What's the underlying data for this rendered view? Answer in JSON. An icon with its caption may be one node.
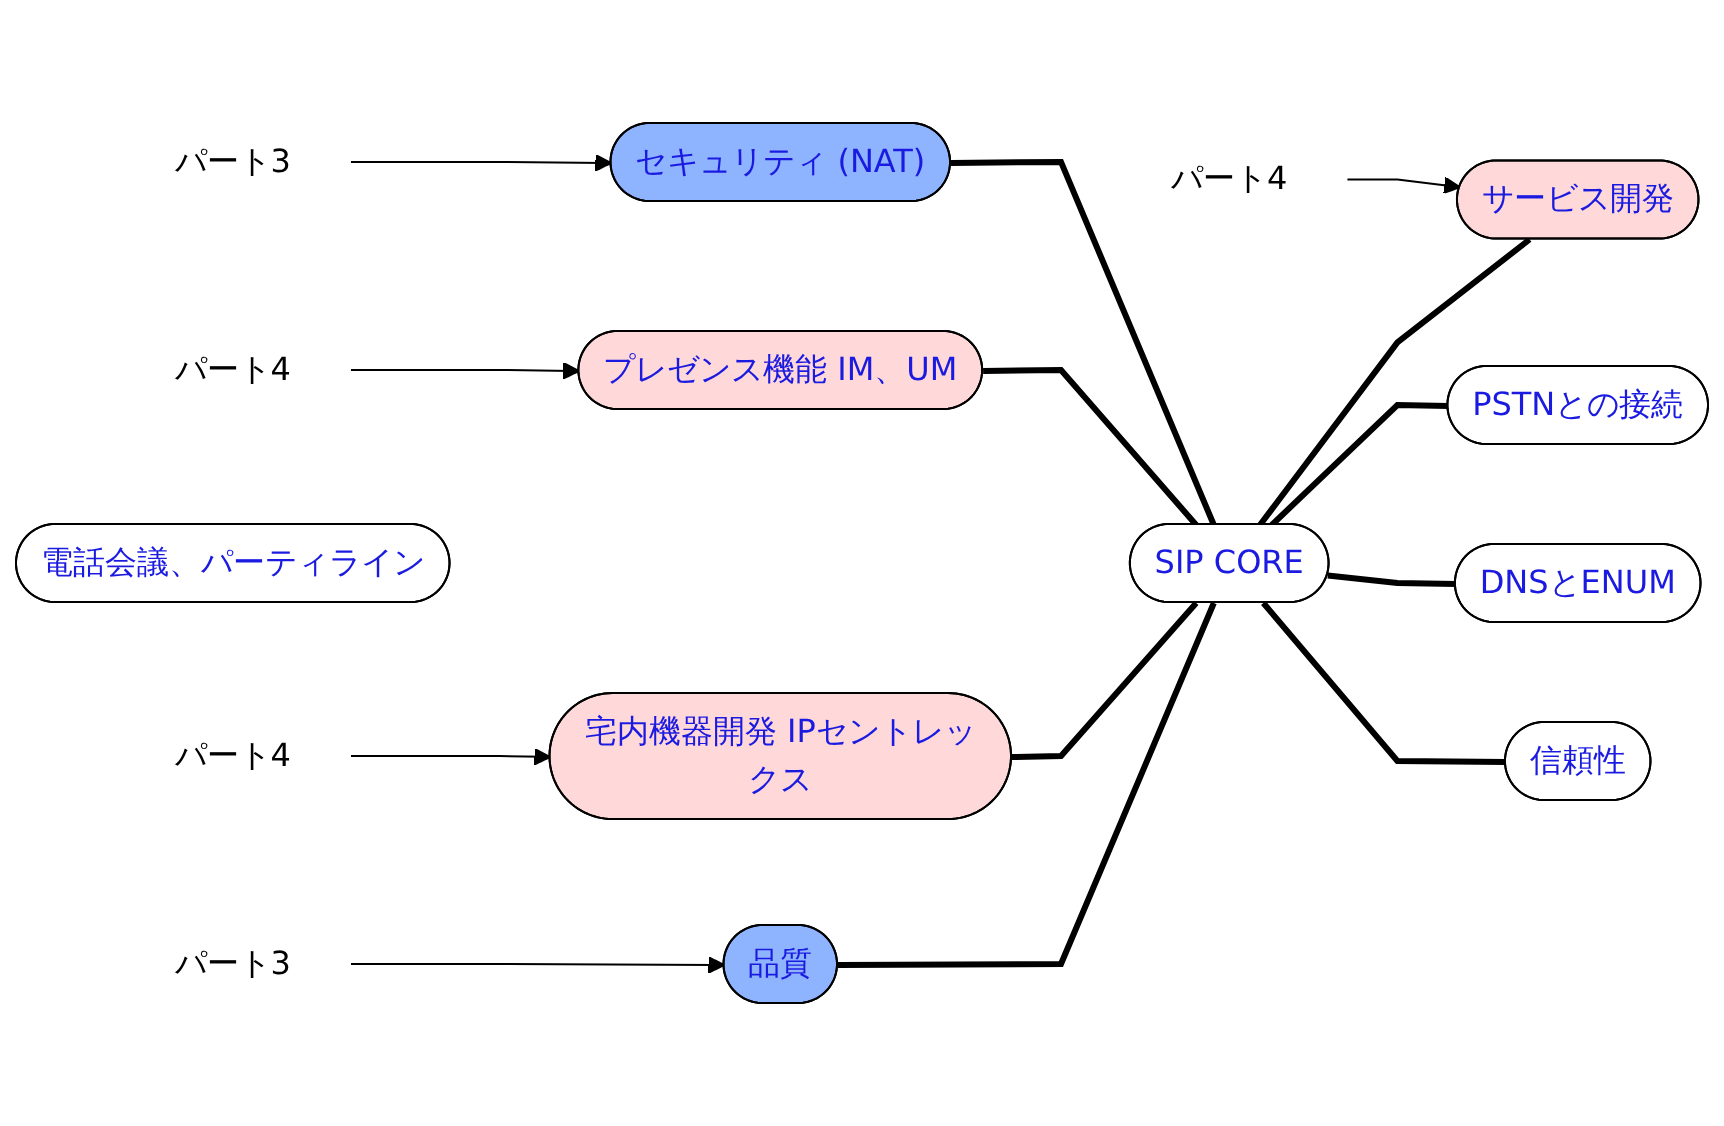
{
  "diagram": {
    "nodes": [
      {
        "text": [
          "パート4"
        ]
      },
      {
        "text": [
          "パート3"
        ]
      },
      {
        "text": [
          "セキュリティ (NAT)"
        ]
      },
      {
        "text": [
          "プレゼンス機能 IM、UM"
        ]
      },
      {
        "text": [
          "パート4"
        ]
      },
      {
        "text": [
          "電話会議、パーティライン"
        ]
      },
      {
        "text": [
          "サービス開発"
        ]
      },
      {
        "text": [
          "パート4"
        ]
      },
      {
        "text": [
          "宅内機器開発 IPセントレックス"
        ]
      },
      {
        "text": [
          "SIP CORE"
        ]
      },
      {
        "text": [
          "PSTNとの接続"
        ]
      },
      {
        "text": [
          "DNSとENUM"
        ]
      },
      {
        "text": [
          "品質"
        ]
      },
      {
        "text": [
          "パート3"
        ]
      },
      {
        "text": [
          "信頼性"
        ]
      }
    ],
    "edges": [
      {
        "from": 2,
        "to": 9,
        "arrow": "none"
      },
      {
        "from": 3,
        "to": 9,
        "arrow": "none"
      },
      {
        "from": 9,
        "to": 6,
        "arrow": "none"
      },
      {
        "from": 8,
        "to": 9,
        "arrow": "none"
      },
      {
        "from": 9,
        "to": 10,
        "arrow": "none"
      },
      {
        "from": 9,
        "to": 11,
        "arrow": "none"
      },
      {
        "from": 12,
        "to": 9,
        "arrow": "none"
      },
      {
        "from": 9,
        "to": 14,
        "arrow": "none"
      },
      {
        "from": 0,
        "to": 3,
        "arrow": "to"
      },
      {
        "from": 1,
        "to": 2,
        "arrow": "to"
      },
      {
        "from": 4,
        "to": 6,
        "arrow": "to"
      },
      {
        "from": 7,
        "to": 8,
        "arrow": "to"
      },
      {
        "from": 13,
        "to": 12,
        "arrow": "to"
      }
    ]
  }
}
